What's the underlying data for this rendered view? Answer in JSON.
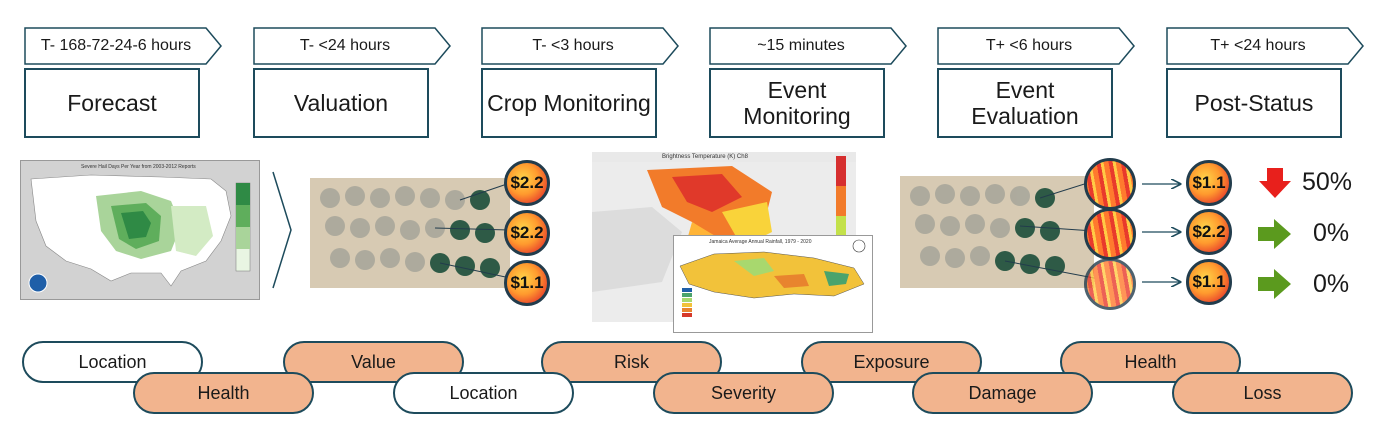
{
  "timeline": [
    {
      "label": "T- 168-72-24-6 hours"
    },
    {
      "label": "T- <24 hours"
    },
    {
      "label": "T- <3 hours"
    },
    {
      "label": "~15 minutes"
    },
    {
      "label": "T+ <6 hours"
    },
    {
      "label": "T+ <24 hours"
    }
  ],
  "stages": [
    {
      "label": "Forecast"
    },
    {
      "label": "Valuation"
    },
    {
      "label": "Crop Monitoring"
    },
    {
      "label": "Event Monitoring"
    },
    {
      "label": "Event Evaluation"
    },
    {
      "label": "Post-Status"
    }
  ],
  "valuation_circles": [
    {
      "value": "$2.2"
    },
    {
      "value": "$2.2"
    },
    {
      "value": "$1.1"
    }
  ],
  "post_status": [
    {
      "value": "$1.1",
      "change": "50%",
      "direction": "down",
      "color": "#e8201c"
    },
    {
      "value": "$2.2",
      "change": "0%",
      "direction": "right",
      "color": "#5b9a1e"
    },
    {
      "value": "$1.1",
      "change": "0%",
      "direction": "right",
      "color": "#5b9a1e"
    }
  ],
  "map_captions": {
    "us_map_title": "Severe Hail Days Per Year from 2003-2012 Reports",
    "brightness_title": "Brightness Temperature (K) Ch8",
    "jamaica_title": "Jamaica Average Annual Rainfall, 1979 - 2020"
  },
  "attributes": {
    "row1": [
      "Location",
      "Value",
      "Risk",
      "Exposure",
      "Health"
    ],
    "row2": [
      "Health",
      "Location",
      "Severity",
      "Damage",
      "Loss"
    ]
  },
  "colors": {
    "border": "#1d4b5c",
    "pill_orange": "#f2b48e",
    "arrow_down": "#e8201c",
    "arrow_right": "#5b9a1e"
  }
}
